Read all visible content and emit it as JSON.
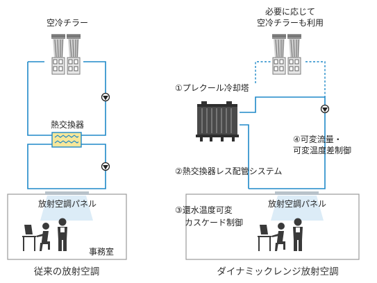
{
  "left": {
    "chiller_label": "空冷チラー",
    "heat_exchanger_label": "熱交換器",
    "panel_label": "放射空調パネル",
    "room_label": "事務室",
    "caption": "従来の放射空調"
  },
  "right": {
    "chiller_note_line1": "必要に応じて",
    "chiller_note_line2": "空冷チラーも利用",
    "cooling_tower_label": "①プレクール冷却塔",
    "variable_flow_line1": "④可変流量・",
    "variable_flow_line2": "可変温度差制御",
    "no_hx_label": "②熱交換器レス配管システム",
    "panel_label": "放射空調パネル",
    "cascade_line1": "③還水温度可変",
    "cascade_line2": "カスケード制御",
    "caption": "ダイナミックレンジ放射空調"
  },
  "colors": {
    "pipe": "#1e88c8",
    "device_gray": "#9a9a9a",
    "hx_fill": "#f6e79a",
    "hx_border": "#1e88c8",
    "room_border": "#9a9a9a",
    "panel": "#b8c2ca",
    "light": "#d6e9f6"
  }
}
